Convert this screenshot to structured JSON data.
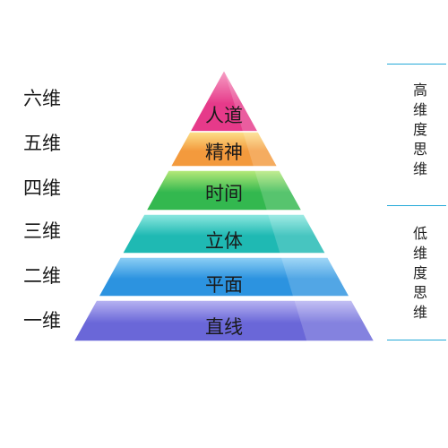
{
  "levels": [
    {
      "dimension": "六维",
      "name": "人道",
      "color": "#e63a8a",
      "color_light": "#f7a3c7"
    },
    {
      "dimension": "五维",
      "name": "精神",
      "color": "#f39a3d",
      "color_light": "#fde08a"
    },
    {
      "dimension": "四维",
      "name": "时间",
      "color": "#33b84f",
      "color_light": "#b9ea7a"
    },
    {
      "dimension": "三维",
      "name": "立体",
      "color": "#1fb9b3",
      "color_light": "#8ee8e0"
    },
    {
      "dimension": "二维",
      "name": "平面",
      "color": "#2c93e0",
      "color_light": "#8fd0f5"
    },
    {
      "dimension": "一维",
      "name": "直线",
      "color": "#6a67d8",
      "color_light": "#b8b4f2"
    }
  ],
  "groups": {
    "high": {
      "label": "高维度思维",
      "chars": [
        "高",
        "维",
        "度",
        "思",
        "维"
      ]
    },
    "low": {
      "label": "低维度思维",
      "chars": [
        "低",
        "维",
        "度",
        "思",
        "维"
      ]
    }
  },
  "accent_color": "#25a9d8"
}
